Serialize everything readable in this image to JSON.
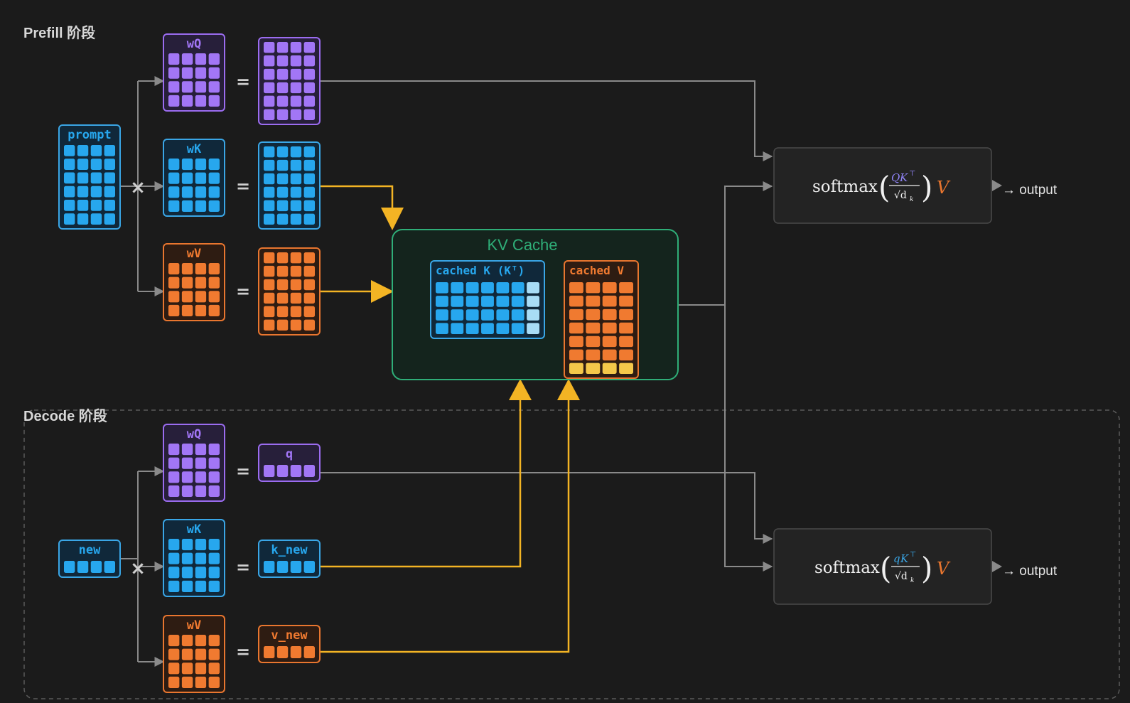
{
  "colors": {
    "background": "#1b1b1b",
    "purple": "#9b6cf0",
    "purple_cell": "#a276f6",
    "purple_fill": "#271f3a",
    "blue": "#3aa6e6",
    "blue_cell": "#27a7ee",
    "blue_fill": "#10283a",
    "light_blue": "#a8dcf5",
    "orange": "#e9762f",
    "orange_cell": "#f07a30",
    "orange_fill": "#2e1c12",
    "yellow_cell": "#f4c84a",
    "green": "#2fae78",
    "arrow_gray": "#8a8a8a",
    "arrow_yellow": "#f3b424",
    "formula_box": "#232323",
    "formula_border": "#4a4a4a",
    "text_light": "#e6e6e6"
  },
  "sections": {
    "prefill_title": "Prefill 阶段",
    "decode_title": "Decode 阶段"
  },
  "prefill": {
    "input_label": "prompt",
    "wq_label": "wQ",
    "wk_label": "wK",
    "wv_label": "wV",
    "equals": "="
  },
  "decode": {
    "input_label": "new",
    "wq_label": "wQ",
    "wk_label": "wK",
    "wv_label": "wV",
    "q_label": "q",
    "k_new_label": "k_new",
    "v_new_label": "v_new",
    "equals": "="
  },
  "kv_cache": {
    "title": "KV Cache",
    "cached_k_label": "cached K (Kᵀ)",
    "cached_v_label": "cached V"
  },
  "formulas": {
    "prefill": {
      "fn": "softmax",
      "numerator_q": "Q",
      "numerator_k": "K",
      "transpose": "⊤",
      "denominator": "√d",
      "subscript": "k",
      "value": "V"
    },
    "decode": {
      "fn": "softmax",
      "numerator_q": "q",
      "numerator_k": "K",
      "transpose": "⊤",
      "denominator": "√d",
      "subscript": "k",
      "value": "V"
    },
    "output_label": "→ output"
  },
  "operators": {
    "multiply": "×"
  }
}
